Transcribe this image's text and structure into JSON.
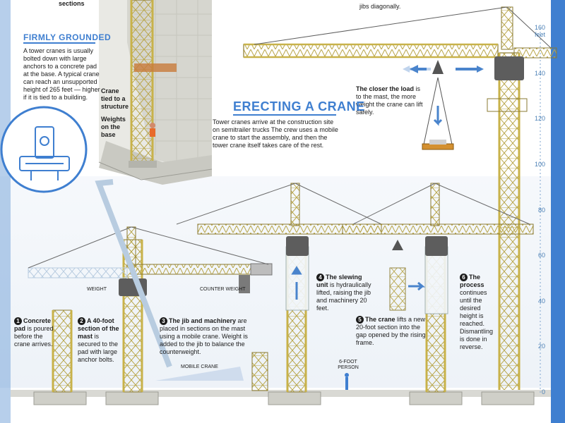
{
  "top_fragments": {
    "sections": "sections",
    "jibs": "jibs diagonally."
  },
  "firmly_grounded": {
    "title": "FIRMLY GROUNDED",
    "body": "A tower cranes is usually bolted down with large anchors to a concrete pad at the base. A typical crane can reach an unsupported height of 265 feet — higher if it is tied to a building.",
    "crane_tied": "Crane tied to a structure",
    "weights": "Weights on the base"
  },
  "closer_load": {
    "bold": "The closer the load",
    "rest": " is to the mast, the more weight the crane can lift safely."
  },
  "erecting": {
    "title": "ERECTING A CRANE",
    "body": "Tower cranes arrive at the construction site on semitrailer trucks The crew uses a mobile crane to start the assembly, and then the tower crane itself takes care of the rest."
  },
  "labels": {
    "weight": "WEIGHT",
    "counter_weight": "COUNTER WEIGHT",
    "mobile_crane": "MOBILE CRANE",
    "person": "6-FOOT PERSON"
  },
  "steps": [
    {
      "n": "1",
      "bold": "Concrete pad",
      "rest": " is poured before the crane arrives."
    },
    {
      "n": "2",
      "bold": "A 40-foot section of the mast",
      "rest": " is secured to the pad with large anchor bolts."
    },
    {
      "n": "3",
      "bold": "The jib and machinery",
      "rest": " are placed in sections on the mast using a mobile crane. Weight is added to the jib to balance the counterweight."
    },
    {
      "n": "4",
      "bold": "The slewing unit",
      "rest": " is hydraulically lifted, raising the jib and machinery 20 feet."
    },
    {
      "n": "5",
      "bold": "The crane",
      "rest": " lifts a new 20-foot section into the gap opened by the rising frame."
    },
    {
      "n": "6",
      "bold": "The process",
      "rest": " continues until the desired height is reached. Dismantling is done in reverse."
    }
  ],
  "height_scale": {
    "ticks": [
      {
        "label": "160\nfeet",
        "value": 160
      },
      {
        "label": "140",
        "value": 140
      },
      {
        "label": "120",
        "value": 120
      },
      {
        "label": "100",
        "value": 100
      },
      {
        "label": "80",
        "value": 80
      },
      {
        "label": "60",
        "value": 60
      },
      {
        "label": "40",
        "value": 40
      },
      {
        "label": "20",
        "value": 20
      },
      {
        "label": "0",
        "value": 0
      }
    ]
  },
  "colors": {
    "accent": "#3f7fd0",
    "steel": "#e8d77a",
    "steel_edge": "#8a7a30",
    "ground": "#d9d9d4",
    "sky": "#e7eef6"
  }
}
